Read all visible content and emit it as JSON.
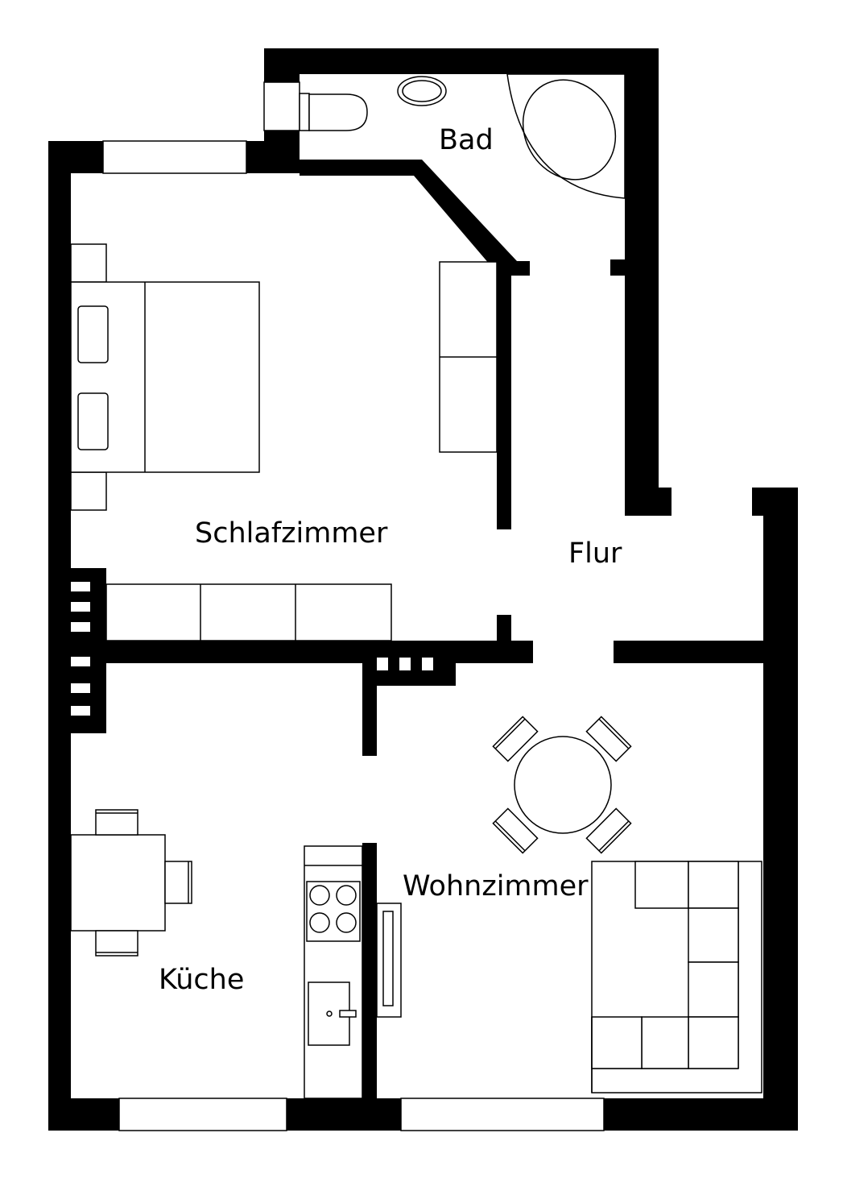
{
  "rooms": {
    "bad": "Bad",
    "schlafzimmer": "Schlafzimmer",
    "flur": "Flur",
    "wohnzimmer": "Wohnzimmer",
    "kueche": "Küche"
  },
  "colors": {
    "wall": "#000000",
    "background": "#ffffff"
  }
}
